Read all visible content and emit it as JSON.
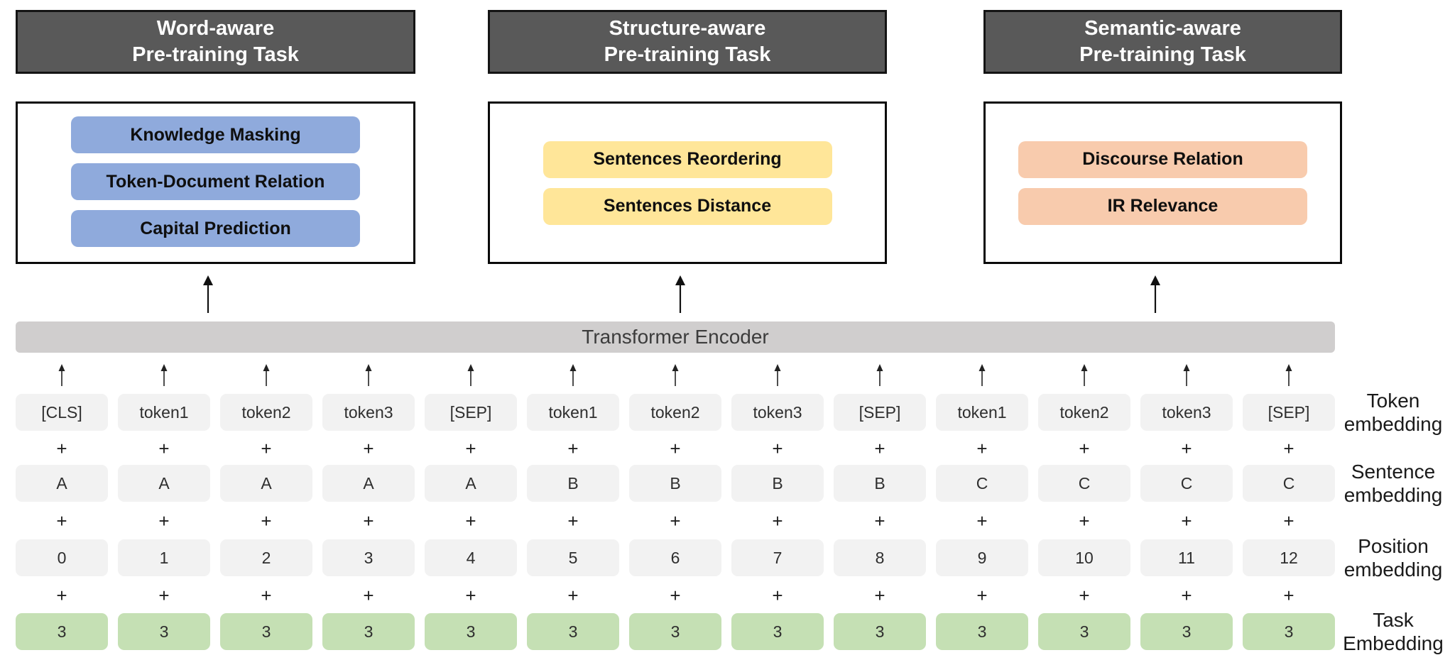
{
  "figure": {
    "task_groups": [
      {
        "title_line1": "Word-aware",
        "title_line2": "Pre-training Task",
        "tasks": [
          "Knowledge Masking",
          "Token-Document Relation",
          "Capital Prediction"
        ],
        "pill_color": "#8FAADC"
      },
      {
        "title_line1": "Structure-aware",
        "title_line2": "Pre-training Task",
        "tasks": [
          "Sentences Reordering",
          "Sentences Distance"
        ],
        "pill_color": "#FFE699"
      },
      {
        "title_line1": "Semantic-aware",
        "title_line2": "Pre-training Task",
        "tasks": [
          "Discourse Relation",
          "IR Relevance"
        ],
        "pill_color": "#F8CBAD"
      }
    ],
    "encoder_label": "Transformer Encoder",
    "plus": "+",
    "embedding_rows": {
      "token": [
        "[CLS]",
        "token1",
        "token2",
        "token3",
        "[SEP]",
        "token1",
        "token2",
        "token3",
        "[SEP]",
        "token1",
        "token2",
        "token3",
        "[SEP]"
      ],
      "sentence": [
        "A",
        "A",
        "A",
        "A",
        "A",
        "B",
        "B",
        "B",
        "B",
        "C",
        "C",
        "C",
        "C"
      ],
      "position": [
        "0",
        "1",
        "2",
        "3",
        "4",
        "5",
        "6",
        "7",
        "8",
        "9",
        "10",
        "11",
        "12"
      ],
      "task": [
        "3",
        "3",
        "3",
        "3",
        "3",
        "3",
        "3",
        "3",
        "3",
        "3",
        "3",
        "3",
        "3"
      ]
    },
    "row_labels": {
      "token": [
        "Token",
        "embedding"
      ],
      "sentence": [
        "Sentence",
        "embedding"
      ],
      "position": [
        "Position",
        "embedding"
      ],
      "task": [
        "Task",
        "Embedding"
      ]
    },
    "colors": {
      "header_bg": "#595959",
      "header_text": "#FFFFFF",
      "encoder_bar_bg": "#D0CECE",
      "embed_box_bg": "#F2F2F2",
      "task_embed_box_bg": "#C5E0B4",
      "word_aware_pill": "#8FAADC",
      "structure_aware_pill": "#FFE699",
      "semantic_aware_pill": "#F8CBAD"
    }
  }
}
